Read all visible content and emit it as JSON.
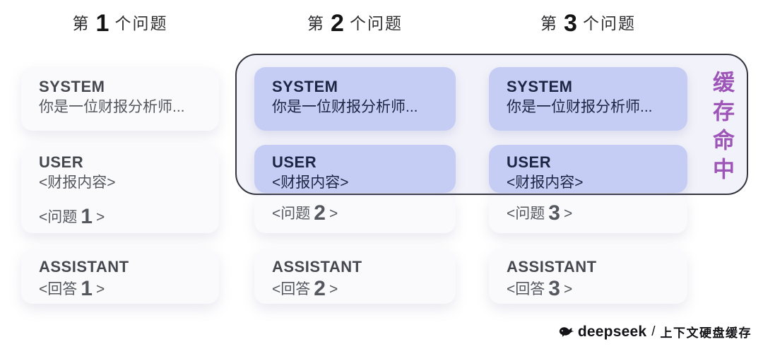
{
  "colors": {
    "highlight": "#c5cdf4",
    "container_fill": "#f2f2fa",
    "container_border": "#35353f",
    "cache_label": "#9d56b8",
    "card_bg": "#fafafd",
    "text_navy": "#1c2543",
    "text_gray": "#54575e",
    "text_gray_title": "#45484f",
    "header_text": "#2e2e30",
    "footer_text": "#131317"
  },
  "cache_box": {
    "label": "缓存命中"
  },
  "columns": [
    {
      "cached": false,
      "header": {
        "prefix": "第",
        "number": "1",
        "suffix": "个问题"
      },
      "system": {
        "title": "SYSTEM",
        "body": "你是一位财报分析师..."
      },
      "user": {
        "title": "USER",
        "document": "<财报内容>",
        "question_prefix": "<问题",
        "question_number": "1",
        "question_suffix": ">"
      },
      "assistant": {
        "title": "ASSISTANT",
        "answer_prefix": "<回答",
        "answer_number": "1",
        "answer_suffix": ">"
      }
    },
    {
      "cached": true,
      "header": {
        "prefix": "第",
        "number": "2",
        "suffix": "个问题"
      },
      "system": {
        "title": "SYSTEM",
        "body": "你是一位财报分析师..."
      },
      "user": {
        "title": "USER",
        "document": "<财报内容>",
        "question_prefix": "<问题",
        "question_number": "2",
        "question_suffix": ">"
      },
      "assistant": {
        "title": "ASSISTANT",
        "answer_prefix": "<回答",
        "answer_number": "2",
        "answer_suffix": ">"
      }
    },
    {
      "cached": true,
      "header": {
        "prefix": "第",
        "number": "3",
        "suffix": "个问题"
      },
      "system": {
        "title": "SYSTEM",
        "body": "你是一位财报分析师..."
      },
      "user": {
        "title": "USER",
        "document": "<财报内容>",
        "question_prefix": "<问题",
        "question_number": "3",
        "question_suffix": ">"
      },
      "assistant": {
        "title": "ASSISTANT",
        "answer_prefix": "<回答",
        "answer_number": "3",
        "answer_suffix": ">"
      }
    }
  ],
  "footer": {
    "logo": "deepseek-whale-icon",
    "brand": "deepseek",
    "separator": "/",
    "caption": "上下文硬盘缓存"
  }
}
